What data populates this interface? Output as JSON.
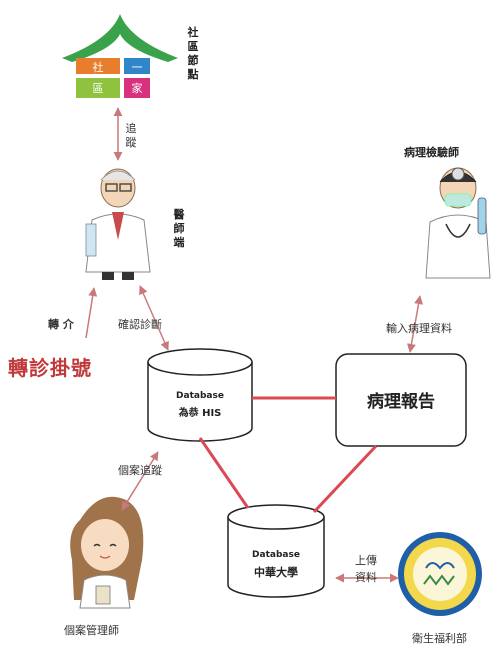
{
  "nodes": {
    "community": {
      "label": "社區節點",
      "logo_chars": [
        "社",
        "一",
        "區",
        "家"
      ]
    },
    "doctor": {
      "label": "醫師端"
    },
    "pathologist": {
      "label": "病理檢驗師"
    },
    "db_his": {
      "title": "Database",
      "subtitle": "為恭 HIS"
    },
    "pathology_report": {
      "label": "病理報告"
    },
    "db_cmu": {
      "title": "Database",
      "subtitle": "中華大學"
    },
    "case_manager": {
      "label": "個案管理師"
    },
    "health_bureau": {
      "label": "衛生福利部"
    }
  },
  "edges": {
    "track": "追蹤",
    "referral": "轉 介",
    "confirm": "確認診斷",
    "case_tracking": "個案追蹤",
    "input_pathology": "輸入病理資料",
    "upload": "上傳資料"
  },
  "banner": {
    "referral_register": "轉診掛號"
  },
  "colors": {
    "arrow": "#c8797a",
    "connector": "#d94a55",
    "banner": "#c0393b"
  }
}
